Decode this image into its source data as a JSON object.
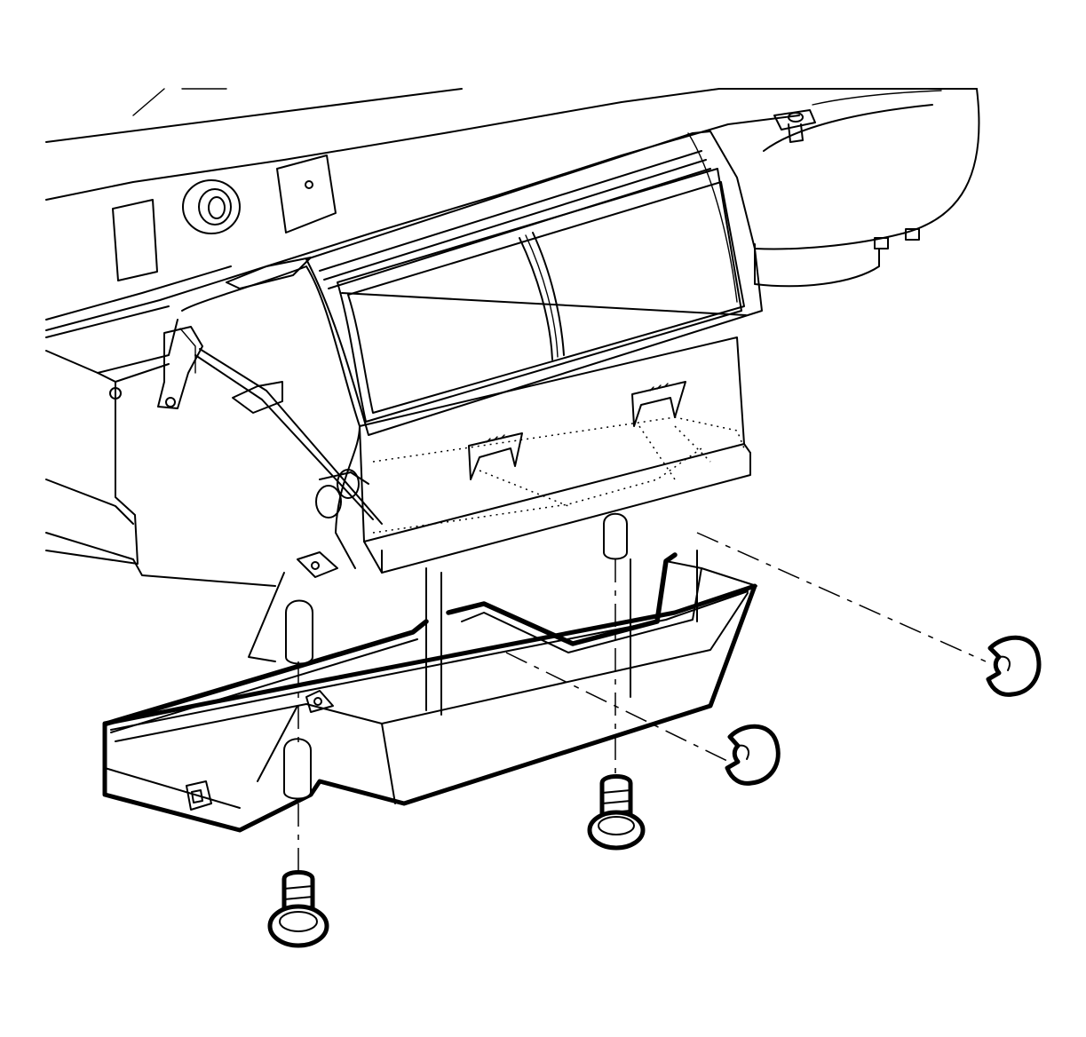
{
  "diagram": {
    "title": "",
    "labels": []
  },
  "colors": {
    "stroke": "#000000",
    "background": "#ffffff"
  },
  "parts": [
    {
      "name": "instrument-panel-structure",
      "icon": "panel-outline"
    },
    {
      "name": "blower-motor-housing",
      "icon": "round-housing"
    },
    {
      "name": "hvac-module-case",
      "icon": "case-outline"
    },
    {
      "name": "air-inlet-filter-screen",
      "icon": "grille"
    },
    {
      "name": "lower-tray",
      "icon": "tray-outline"
    },
    {
      "name": "fastener-bolt",
      "icon": "bolt"
    },
    {
      "name": "retaining-clip",
      "icon": "clip"
    }
  ]
}
